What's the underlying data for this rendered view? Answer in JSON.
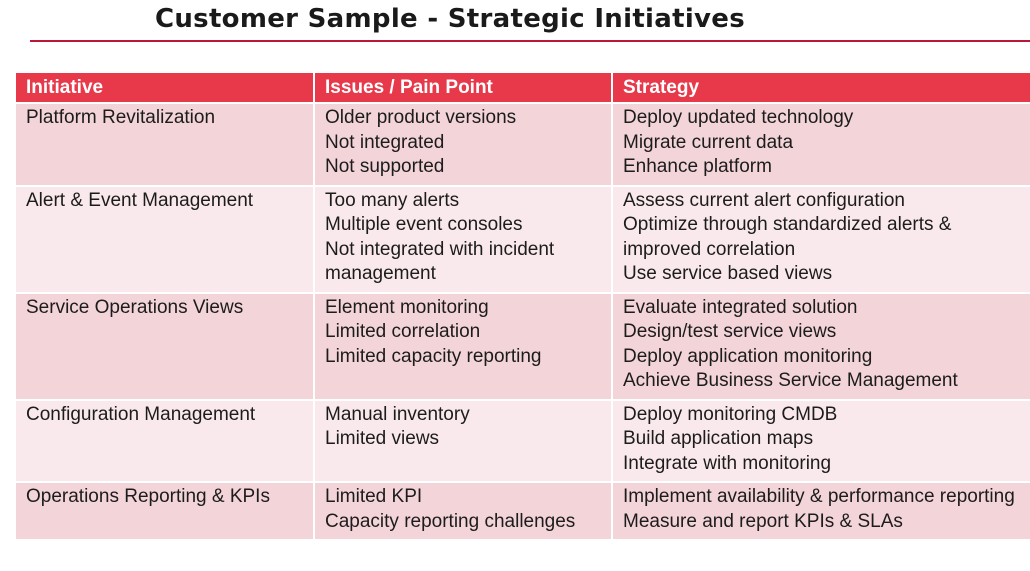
{
  "page": {
    "title": "Customer Sample - Strategic Initiatives"
  },
  "table": {
    "headers": [
      "Initiative",
      "Issues / Pain Point",
      "Strategy"
    ],
    "rows": [
      {
        "initiative": "Platform Revitalization",
        "issues": [
          "Older product versions",
          "Not integrated",
          "Not supported"
        ],
        "strategy": [
          "Deploy updated technology",
          "Migrate current data",
          "Enhance platform"
        ]
      },
      {
        "initiative": "Alert & Event Management",
        "issues": [
          "Too many alerts",
          "Multiple event consoles",
          "Not integrated with incident management"
        ],
        "strategy": [
          "Assess current alert configuration",
          "Optimize through standardized alerts & improved correlation",
          "Use service based views"
        ]
      },
      {
        "initiative": "Service Operations Views",
        "issues": [
          "Element monitoring",
          "Limited correlation",
          "Limited capacity reporting"
        ],
        "strategy": [
          "Evaluate integrated solution",
          "Design/test service views",
          "Deploy application monitoring",
          "Achieve Business Service Management"
        ]
      },
      {
        "initiative": "Configuration Management",
        "issues": [
          "Manual inventory",
          "Limited views"
        ],
        "strategy": [
          "Deploy monitoring CMDB",
          "Build application maps",
          "Integrate with monitoring"
        ]
      },
      {
        "initiative": "Operations Reporting & KPIs",
        "issues": [
          "Limited KPI",
          "Capacity reporting challenges"
        ],
        "strategy": [
          "Implement availability & performance reporting",
          "Measure and report KPIs & SLAs"
        ]
      }
    ]
  },
  "colors": {
    "header_bg": "#e8394a",
    "row_dark": "#f3d4d9",
    "row_light": "#fae9ec",
    "title_rule": "#b8183a"
  }
}
